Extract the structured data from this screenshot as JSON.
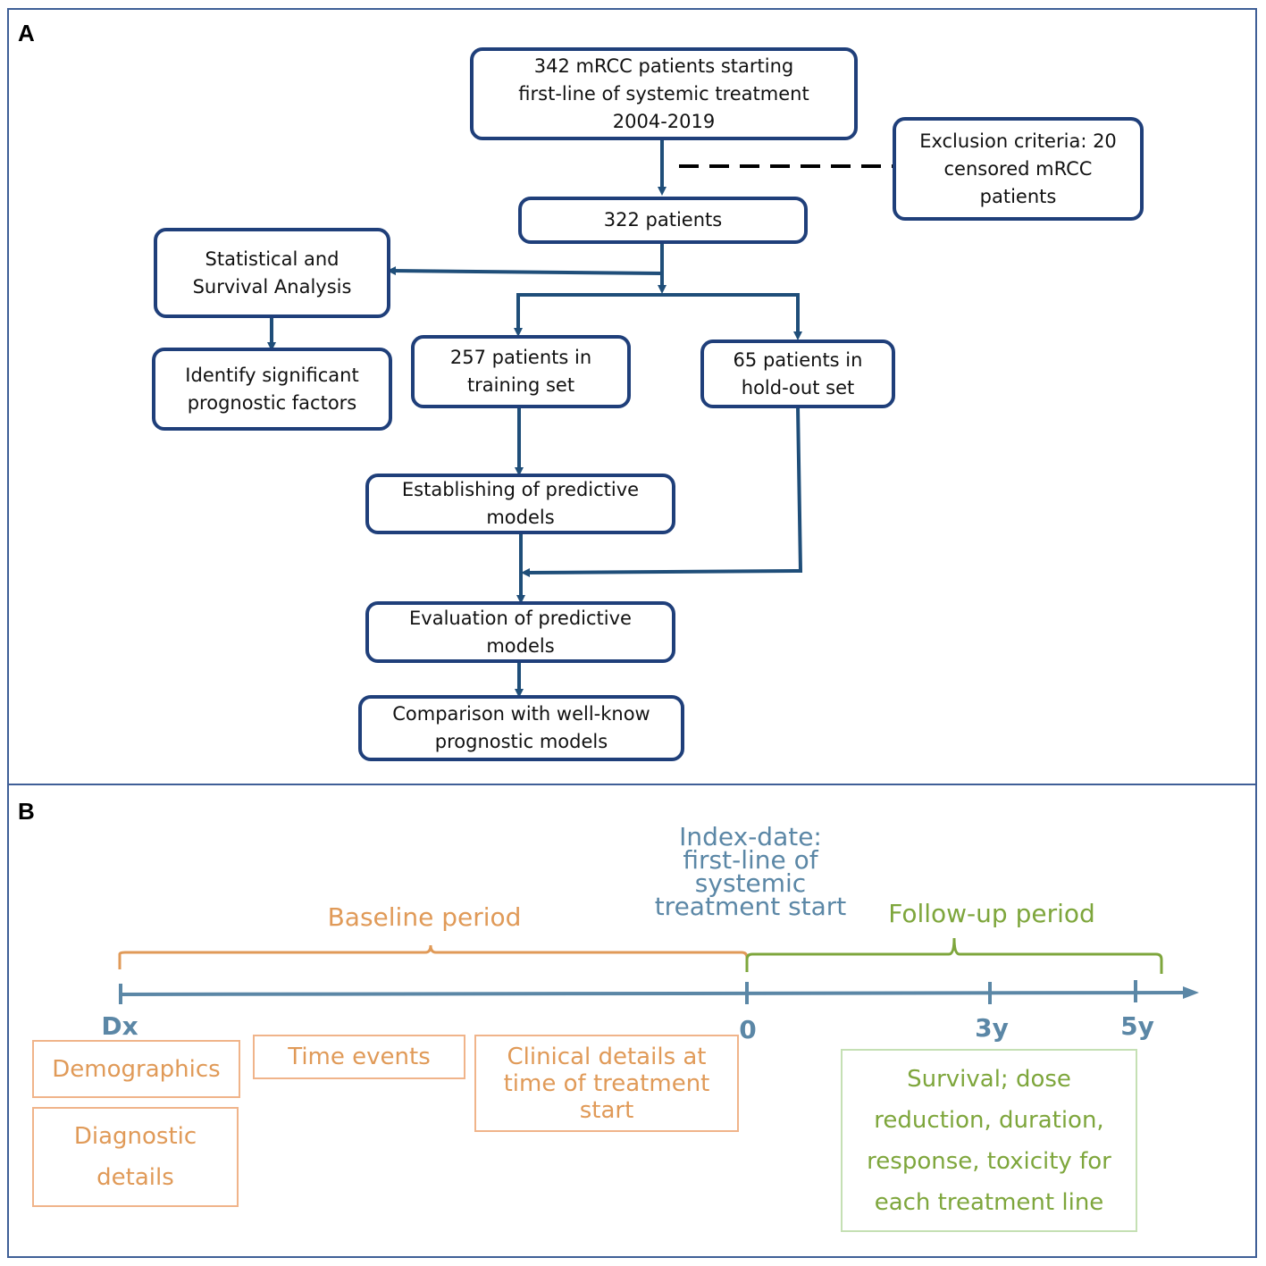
{
  "panel_a": {
    "label": "A",
    "boxes": {
      "start": "342 mRCC patients starting\nfirst-line of systemic treatment\n2004-2019",
      "exclusion": "Exclusion criteria: 20\ncensored mRCC\npatients",
      "patients322": "322 patients",
      "stat": "Statistical and\nSurvival Analysis",
      "identify": "Identify significant\nprognostic factors",
      "training": "257 patients in\ntraining set",
      "holdout": "65 patients in\nhold-out set",
      "establish": "Establishing of predictive\nmodels",
      "evaluate": "Evaluation of predictive\nmodels",
      "compare": "Comparison with well-know\nprognostic models"
    }
  },
  "panel_b": {
    "label": "B",
    "index_date": "Index-date:\nfirst-line of\nsystemic\ntreatment start",
    "baseline_period": "Baseline period",
    "followup_period": "Follow-up period",
    "ticks": {
      "dx": "Dx",
      "zero": "0",
      "three": "3y",
      "five": "5y"
    },
    "boxes": {
      "demographics": "Demographics",
      "diagnostic": "Diagnostic\ndetails",
      "time_events": "Time events",
      "clinical": "Clinical details at\ntime of treatment\nstart",
      "followup_outcomes": "Survival; dose\nreduction, duration,\nresponse, toxicity for\neach treatment line"
    },
    "colors": {
      "timeline": "#5b87a6",
      "baseline": "#e09a58",
      "followup": "#7ea63c",
      "index": "#5b87a6"
    }
  }
}
